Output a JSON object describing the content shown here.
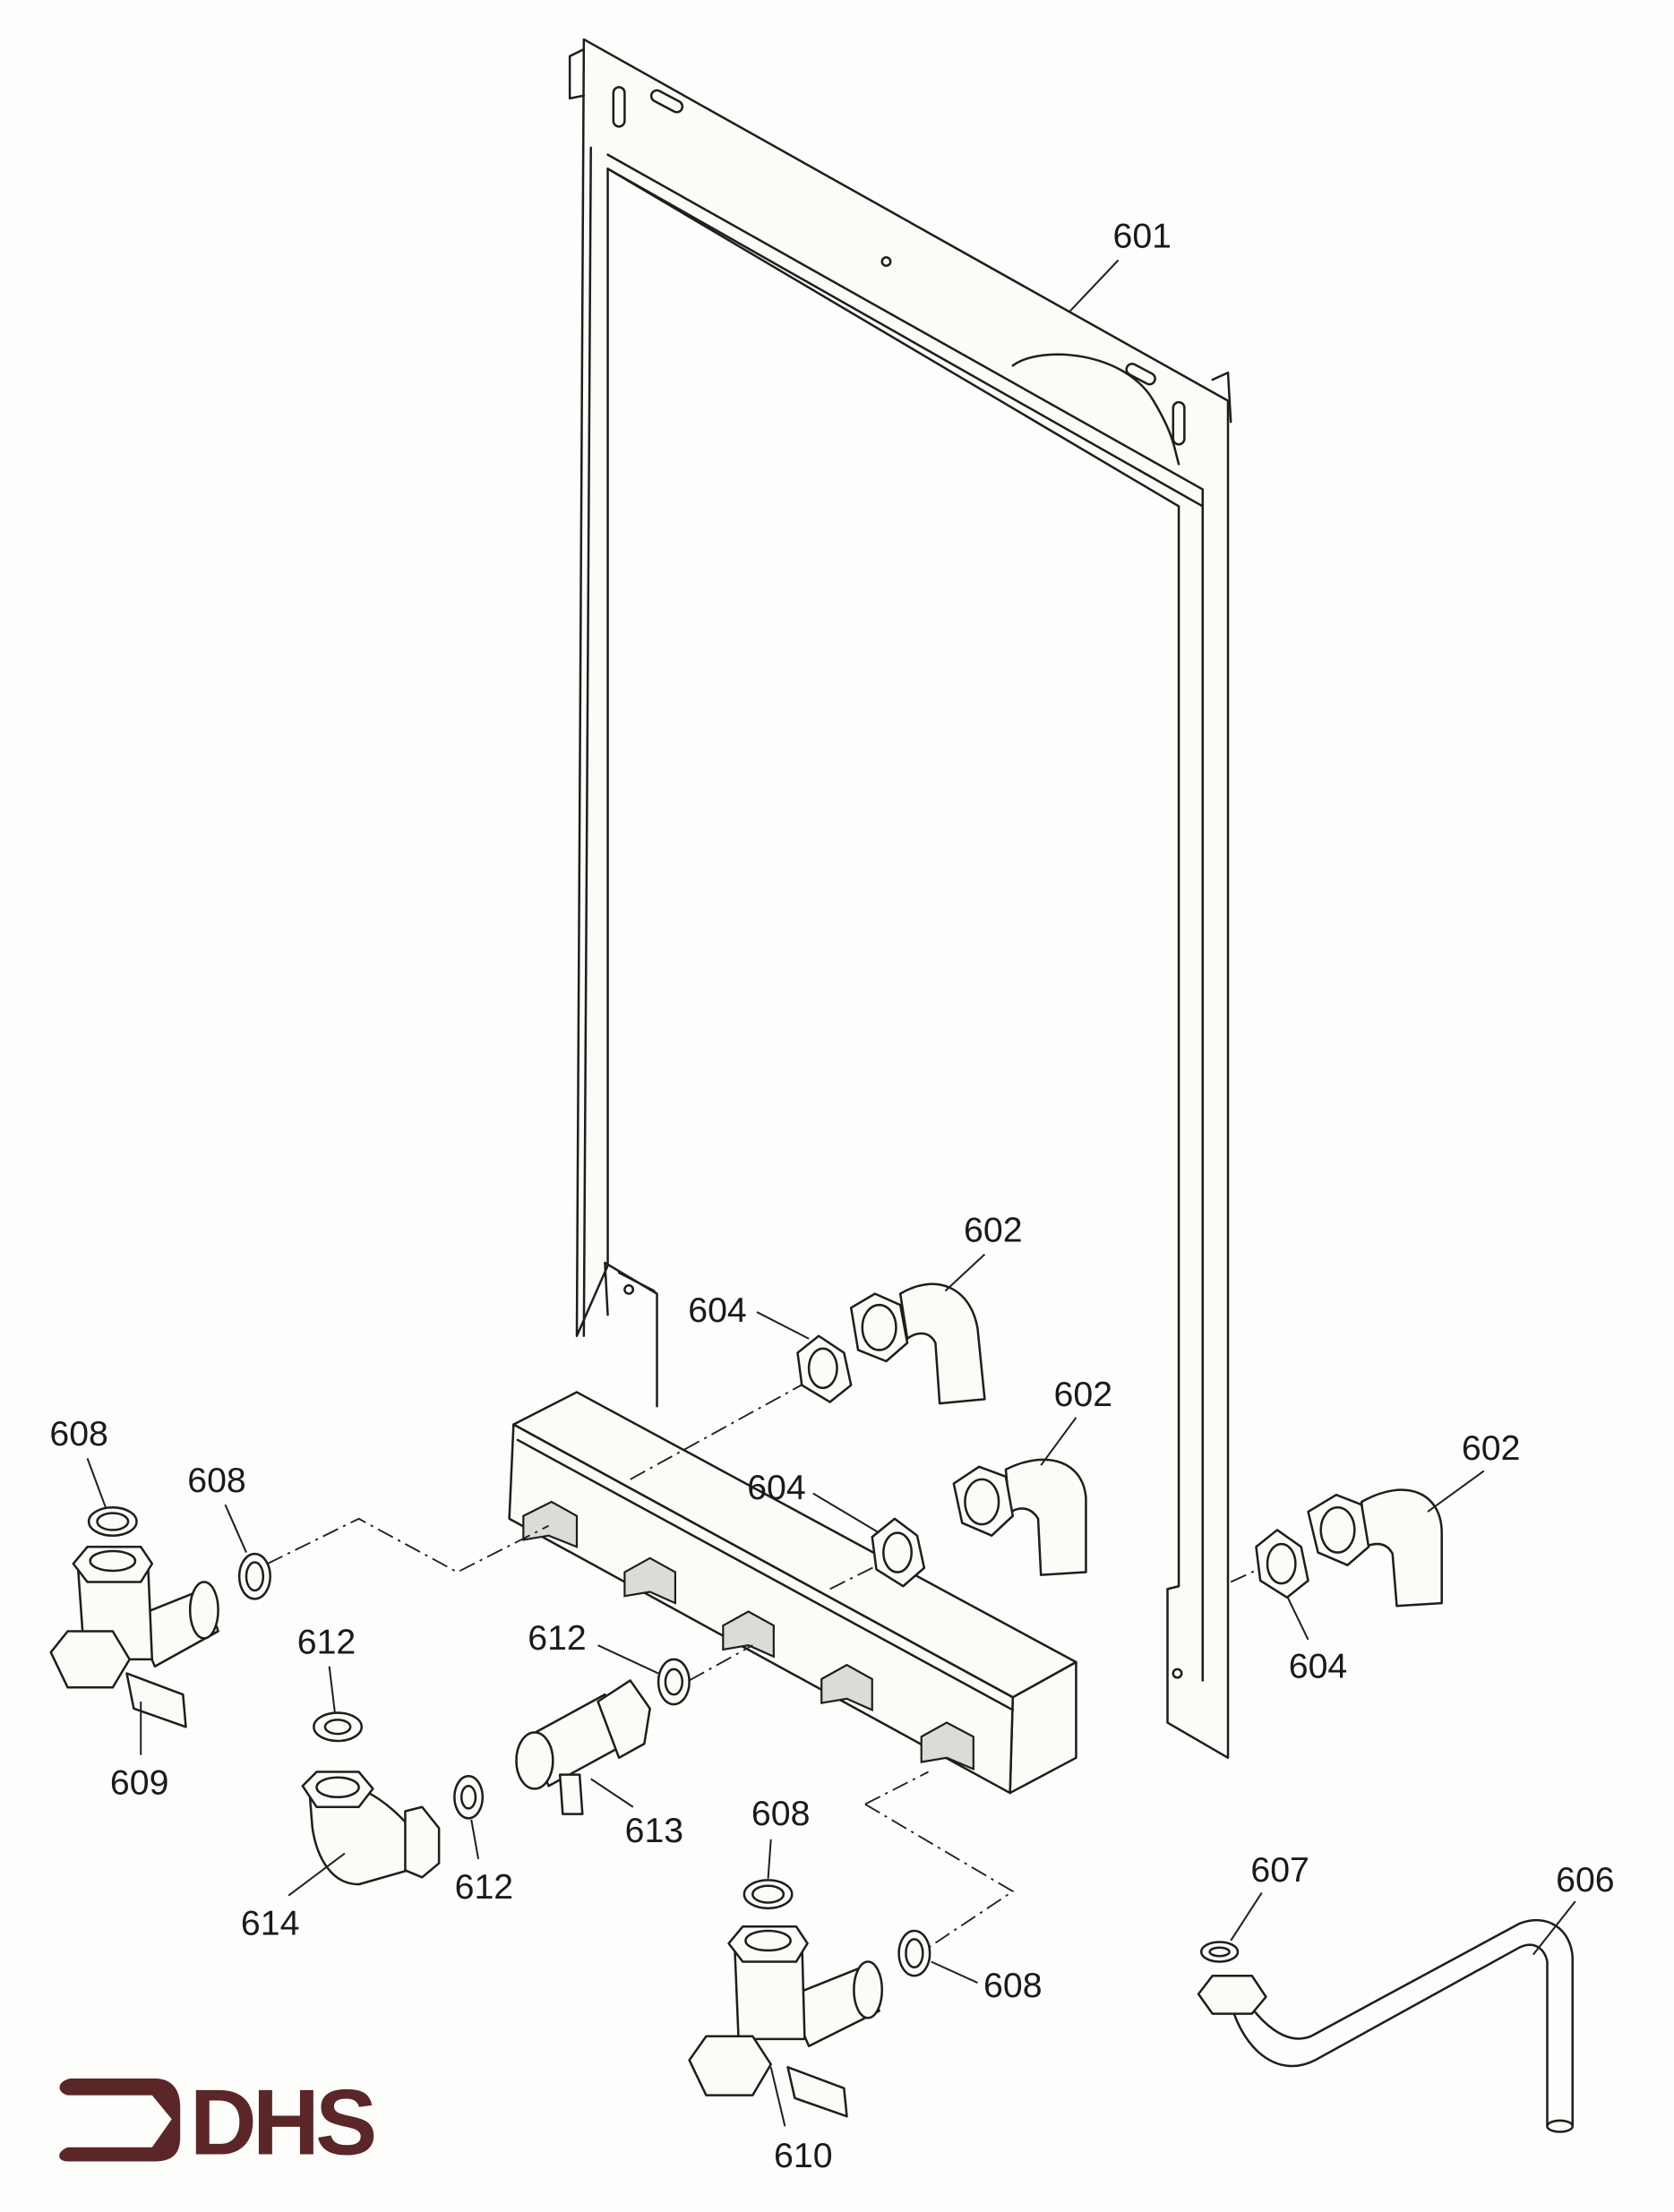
{
  "title": "Boiler backplate and valve assembly exploded diagram",
  "labels": {
    "p601": "601",
    "p602": "602",
    "p604": "604",
    "p606": "606",
    "p607": "607",
    "p608": "608",
    "p609": "609",
    "p610": "610",
    "p612": "612",
    "p613": "613",
    "p614": "614"
  },
  "logo": {
    "text": "DHS",
    "color": "#5a2628"
  },
  "colors": {
    "line": "#1e1e1e",
    "paper": "#fdfdfb"
  }
}
